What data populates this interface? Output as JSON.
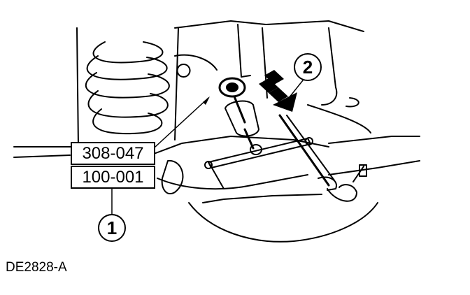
{
  "tools": [
    {
      "label": "308-047"
    },
    {
      "label": "100-001"
    }
  ],
  "callouts": [
    {
      "label": "1"
    },
    {
      "label": "2"
    }
  ],
  "figure_id": "DE2828-A",
  "colors": {
    "line": "#000000",
    "background": "#ffffff"
  }
}
